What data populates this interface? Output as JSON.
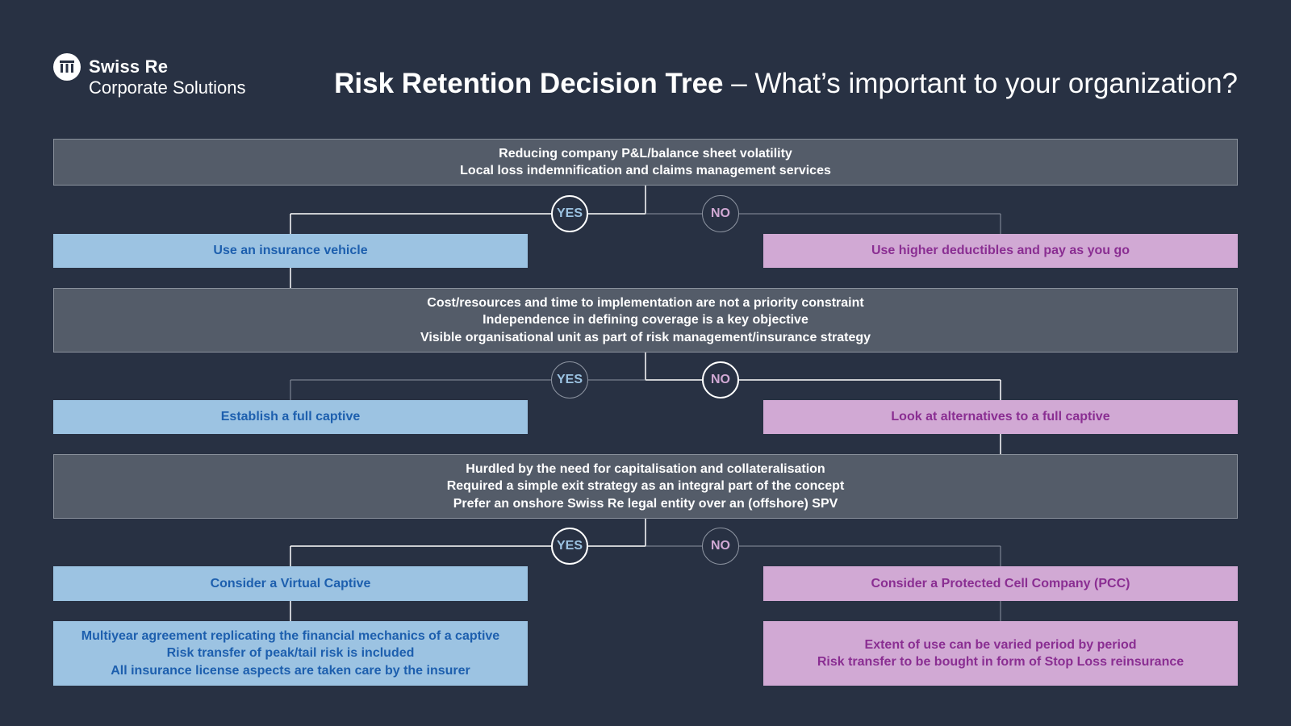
{
  "logo": {
    "icon": "swiss-re-logo-icon",
    "name": "Swiss Re",
    "subtitle": "Corporate Solutions"
  },
  "header": {
    "title_strong": "Risk Retention Decision Tree",
    "title_rest": " – What’s important to your organization?"
  },
  "colors": {
    "background": "#283143",
    "question_box": "#545c69",
    "yes_fill": "#9cc3e2",
    "yes_text": "#1d5fae",
    "no_fill": "#d1a9d4",
    "no_text": "#8a2e92"
  },
  "tree": {
    "level1": {
      "question": [
        "Reducing company P&L/balance sheet volatility",
        "Local loss indemnification and claims management services"
      ],
      "yes_badge": "YES",
      "no_badge": "NO",
      "yes_outcome": "Use an insurance vehicle",
      "no_outcome": "Use higher deductibles and pay as you go"
    },
    "level2": {
      "question": [
        "Cost/resources and time to implementation are not a priority constraint",
        "Independence in defining coverage is a key objective",
        "Visible organisational unit as part of risk management/insurance strategy"
      ],
      "yes_badge": "YES",
      "no_badge": "NO",
      "yes_outcome": "Establish a full captive",
      "no_outcome": "Look at alternatives to a full captive"
    },
    "level3": {
      "question": [
        "Hurdled by the need for capitalisation and collateralisation",
        "Required a simple exit strategy as an integral part of the concept",
        "Prefer an onshore Swiss Re legal entity over an (offshore) SPV"
      ],
      "yes_badge": "YES",
      "no_badge": "NO",
      "yes_outcome": "Consider a Virtual Captive",
      "no_outcome": "Consider a Protected Cell Company (PCC)",
      "yes_details": [
        "Multiyear agreement replicating the financial mechanics of a captive",
        "Risk transfer of peak/tail risk is included",
        "All insurance license aspects are taken care by the insurer"
      ],
      "no_details": [
        "Extent of use can be varied period by period",
        "Risk transfer to be bought in form of Stop Loss reinsurance"
      ]
    }
  }
}
